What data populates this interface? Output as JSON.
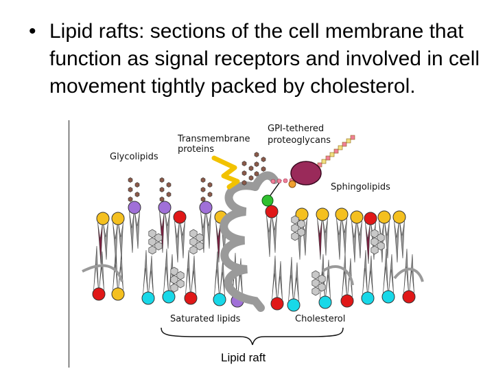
{
  "slide": {
    "bullet_symbol": "•",
    "bullet_text": "Lipid rafts: sections of the cell membrane that function as signal receptors and involved in cell movement tightly packed by cholesterol."
  },
  "diagram": {
    "labels": {
      "glycolipids": "Glycolipids",
      "transmembrane_line1": "Transmembrane",
      "transmembrane_line2": "proteins",
      "gpi_line1": "GPI-tethered",
      "gpi_line2": "proteoglycans",
      "sphingolipids": "Sphingolipids",
      "saturated_lipids": "Saturated lipids",
      "cholesterol": "Cholesterol",
      "lipid_raft": "Lipid raft"
    },
    "colors": {
      "head_yellow": "#f4c020",
      "head_purple": "#a070d8",
      "head_red": "#e01818",
      "head_cyan": "#18d8e8",
      "head_green": "#30c030",
      "tail_grey": "#9a9a9a",
      "tail_maroon": "#7a2040",
      "protein_grey": "#9a9a9a",
      "protein_yellow": "#f2c200",
      "proteoglycan_body": "#9a2a5a",
      "sugar_brown": "#8a5a4a",
      "pink_chain": "#f08098"
    }
  }
}
